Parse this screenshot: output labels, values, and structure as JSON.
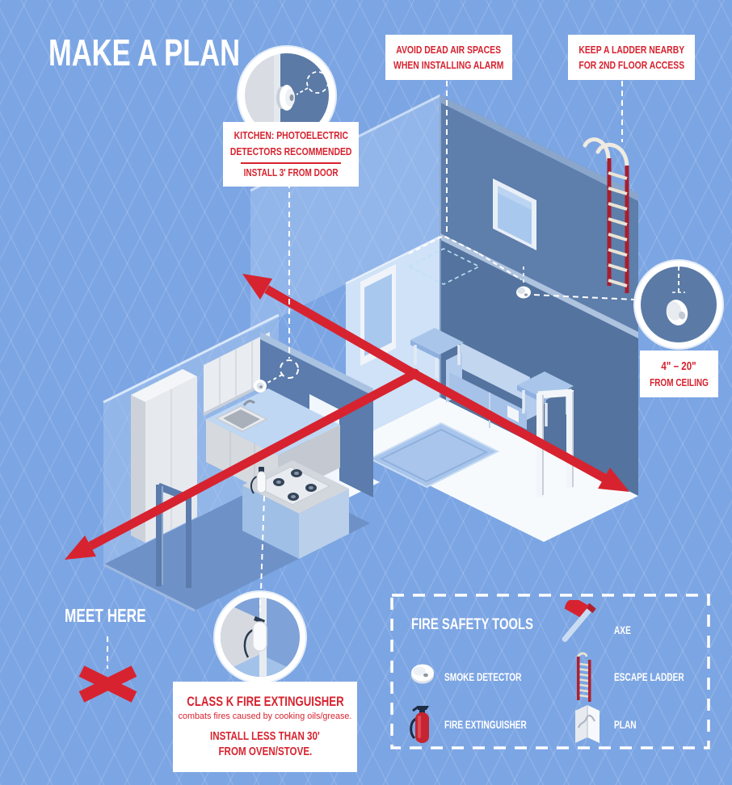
{
  "title": "MAKE A PLAN",
  "colors": {
    "background": "#7CA5E3",
    "accent_red": "#D7232F",
    "ladder_red": "#A81D2C",
    "wall_dark": "#5E7EAB",
    "wall_light": "#CFE2F7",
    "white": "#FFFFFF"
  },
  "callouts": {
    "kitchen_detector": {
      "line1": "KITCHEN: PHOTOELECTRIC",
      "line2": "DETECTORS RECOMMENDED",
      "note": "INSTALL 3' FROM DOOR"
    },
    "dead_air": {
      "line1": "AVOID DEAD AIR SPACES",
      "line2": "WHEN INSTALLING ALARM"
    },
    "ladder": {
      "line1": "KEEP A LADDER NEARBY",
      "line2": "FOR 2ND FLOOR ACCESS"
    },
    "ceiling_distance": {
      "line1": "4\" – 20\"",
      "line2": "FROM CEILING"
    },
    "class_k": {
      "title": "CLASS K FIRE EXTINGUISHER",
      "subtitle": "combats fires caused by cooking oils/grease.",
      "note_line1": "INSTALL LESS THAN 30'",
      "note_line2": "FROM OVEN/STOVE."
    },
    "meet_here": "MEET HERE"
  },
  "legend": {
    "title": "FIRE SAFETY TOOLS",
    "items": [
      {
        "icon": "smoke-detector-icon",
        "label": "SMOKE DETECTOR"
      },
      {
        "icon": "fire-extinguisher-icon",
        "label": "FIRE EXTINGUISHER"
      },
      {
        "icon": "axe-icon",
        "label": "AXE"
      },
      {
        "icon": "escape-ladder-icon",
        "label": "ESCAPE LADDER"
      },
      {
        "icon": "plan-icon",
        "label": "PLAN"
      }
    ]
  }
}
